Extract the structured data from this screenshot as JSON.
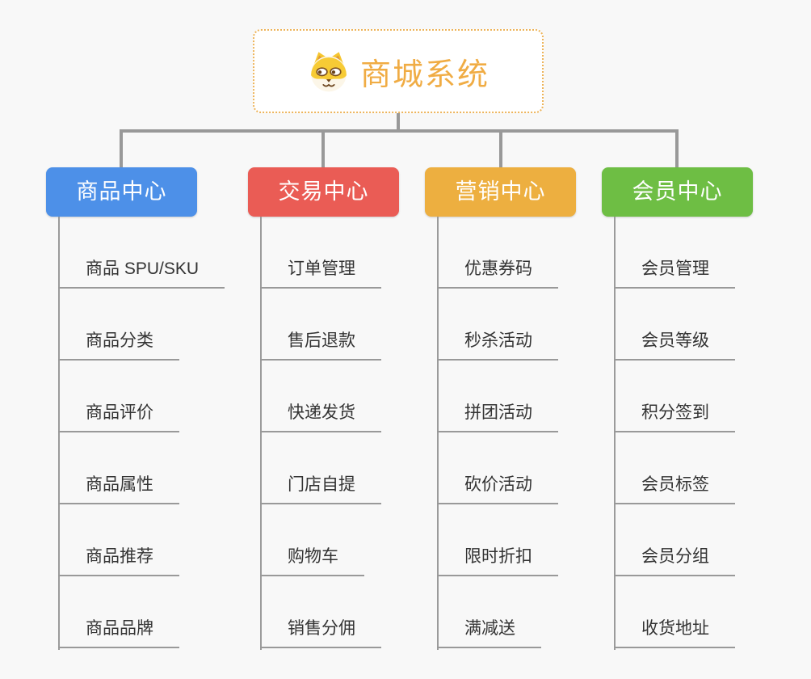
{
  "page": {
    "background": "#F8F8F8",
    "connector_color": "#999999"
  },
  "root": {
    "title": "商城系统",
    "icon": "dog-face-icon",
    "text_color": "#F0AC44",
    "border_color": "#EDB45A"
  },
  "branches": [
    {
      "label": "商品中心",
      "color": "#4D90E8",
      "items": [
        "商品 SPU/SKU",
        "商品分类",
        "商品评价",
        "商品属性",
        "商品推荐",
        "商品品牌"
      ]
    },
    {
      "label": "交易中心",
      "color": "#EA5C55",
      "items": [
        "订单管理",
        "售后退款",
        "快递发货",
        "门店自提",
        "购物车",
        "销售分佣"
      ]
    },
    {
      "label": "营销中心",
      "color": "#EDAF40",
      "items": [
        "优惠券码",
        "秒杀活动",
        "拼团活动",
        "砍价活动",
        "限时折扣",
        "满减送"
      ]
    },
    {
      "label": "会员中心",
      "color": "#6EBE44",
      "items": [
        "会员管理",
        "会员等级",
        "积分签到",
        "会员标签",
        "会员分组",
        "收货地址"
      ]
    }
  ]
}
